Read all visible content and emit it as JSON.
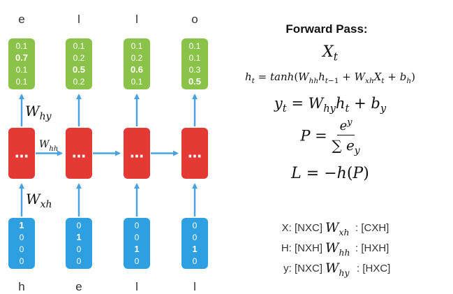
{
  "output_chars": [
    "e",
    "l",
    "l",
    "o"
  ],
  "input_chars": [
    "h",
    "e",
    "l",
    "l"
  ],
  "output_vectors": [
    [
      "0.1",
      "0.7",
      "0.1",
      "0.1"
    ],
    [
      "0.1",
      "0.2",
      "0.5",
      "0.2"
    ],
    [
      "0.1",
      "0.2",
      "0.6",
      "0.1"
    ],
    [
      "0.1",
      "0.1",
      "0.3",
      "0.5"
    ]
  ],
  "output_bold_index": [
    1,
    2,
    2,
    3
  ],
  "input_vectors": [
    [
      "1",
      "0",
      "0",
      "0"
    ],
    [
      "0",
      "1",
      "0",
      "0"
    ],
    [
      "0",
      "0",
      "1",
      "0"
    ],
    [
      "0",
      "0",
      "1",
      "0"
    ]
  ],
  "input_bold_index": [
    0,
    1,
    2,
    2
  ],
  "hidden_dots": "…",
  "weights": {
    "why": {
      "main": "W",
      "sub": "hy"
    },
    "whh": {
      "main": "W",
      "sub": "hh"
    },
    "wxh": {
      "main": "W",
      "sub": "xh"
    }
  },
  "forward_pass": {
    "title": "Forward Pass:"
  },
  "shapes": [
    {
      "left": "X: [NXC]",
      "w_sub": "xh",
      "right": ": [CXH]"
    },
    {
      "left": "H: [NXH]",
      "w_sub": "hh",
      "right": ": [HXH]"
    },
    {
      "left": "y: [NXC]",
      "w_sub": "hy",
      "right": " : [HXC]"
    }
  ],
  "colors": {
    "output_box": "#8bc34a",
    "hidden_box": "#e53935",
    "input_box": "#2e9fe0",
    "arrow": "#4aa3df"
  }
}
